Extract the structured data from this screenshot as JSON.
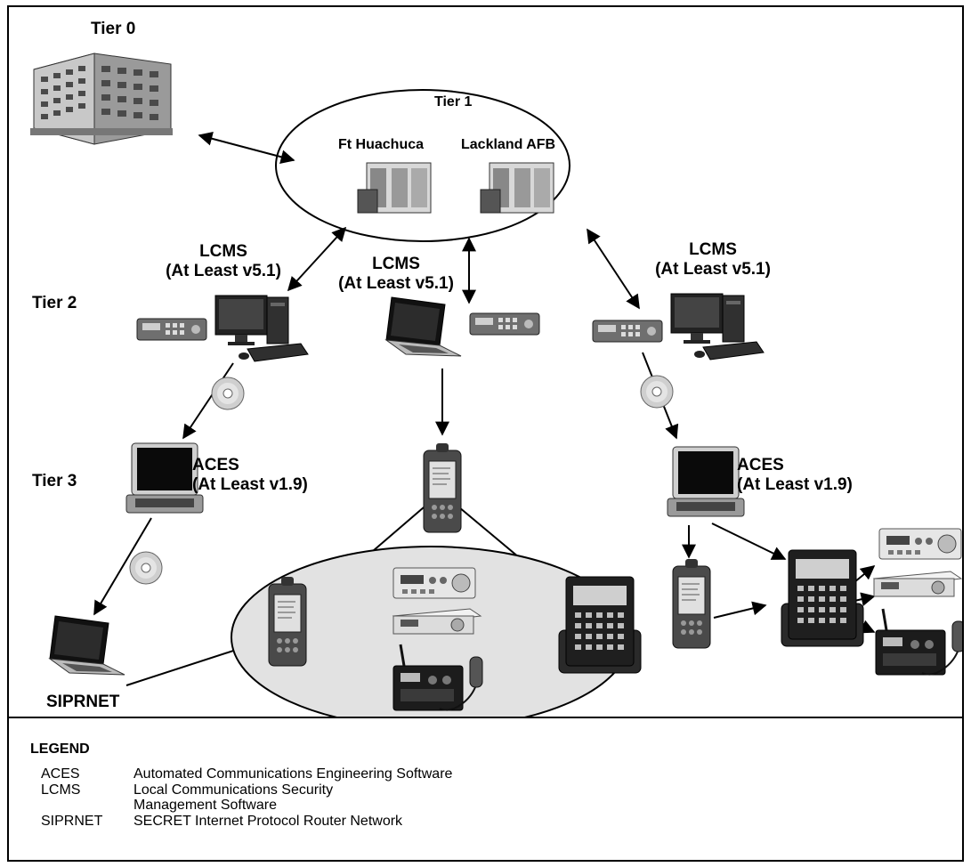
{
  "tiers": {
    "tier0": "Tier 0",
    "tier1": "Tier 1",
    "tier2": "Tier 2",
    "tier3": "Tier 3"
  },
  "tier1_sites": {
    "site_a": "Ft Huachuca",
    "site_b": "Lackland AFB"
  },
  "lcms_labels": [
    {
      "name": "LCMS",
      "version": "(At Least v5.1)"
    },
    {
      "name": "LCMS",
      "version": "(At Least v5.1)"
    },
    {
      "name": "LCMS",
      "version": "(At Least v5.1)"
    }
  ],
  "aces_labels": [
    {
      "name": "ACES",
      "version": "(At Least v1.9)"
    },
    {
      "name": "ACES",
      "version": "(At Least v1.9)"
    }
  ],
  "siprnet_label": "SIPRNET",
  "legend": {
    "title": "LEGEND",
    "entries": [
      {
        "abbr": "ACES",
        "definition": "Automated Communications Engineering Software"
      },
      {
        "abbr": "LCMS",
        "definition": "Local Communications Security Management Software"
      },
      {
        "abbr": "SIPRNET",
        "definition": "SECRET Internet Protocol Router Network"
      }
    ]
  },
  "colors": {
    "line": "#000000",
    "device_dark": "#2a2a2a",
    "device_mid": "#8a8a8a",
    "device_light": "#d8d8d8",
    "enclave_fill": "#e2e2e2"
  }
}
